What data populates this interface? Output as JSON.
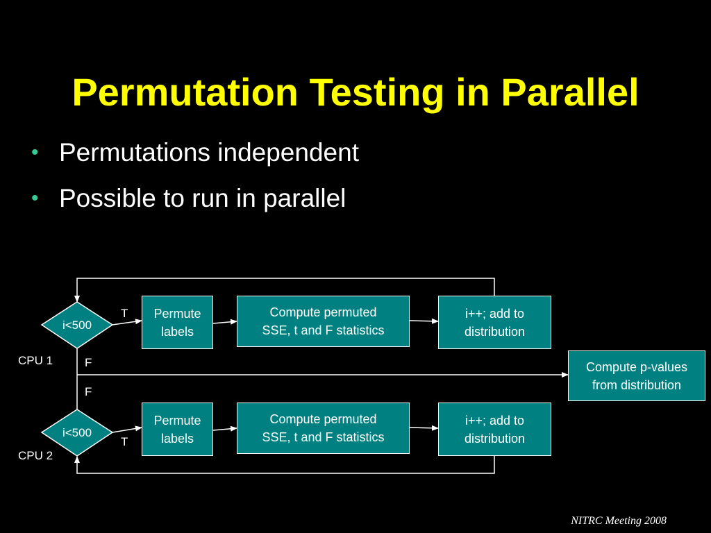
{
  "colors": {
    "background": "#000000",
    "title": "#ffff00",
    "bullet_marker": "#33cc99",
    "node_fill": "#008080",
    "text": "#ffffff"
  },
  "slide": {
    "title": "Permutation Testing in Parallel",
    "bullets": [
      "Permutations independent",
      "Possible to run in parallel"
    ],
    "footer": "NITRC Meeting 2008"
  },
  "diagram": {
    "cpu1": {
      "label": "CPU 1",
      "decision": "i<500",
      "true_label": "T",
      "false_label": "F",
      "steps": [
        "Permute\nlabels",
        "Compute permuted\nSSE, t and F statistics",
        "i++; add to\ndistribution"
      ]
    },
    "cpu2": {
      "label": "CPU 2",
      "decision": "i<500",
      "true_label": "T",
      "false_label": "F",
      "steps": [
        "Permute\nlabels",
        "Compute permuted\nSSE, t and F statistics",
        "i++; add to\ndistribution"
      ]
    },
    "result": "Compute p-values\nfrom distribution"
  }
}
